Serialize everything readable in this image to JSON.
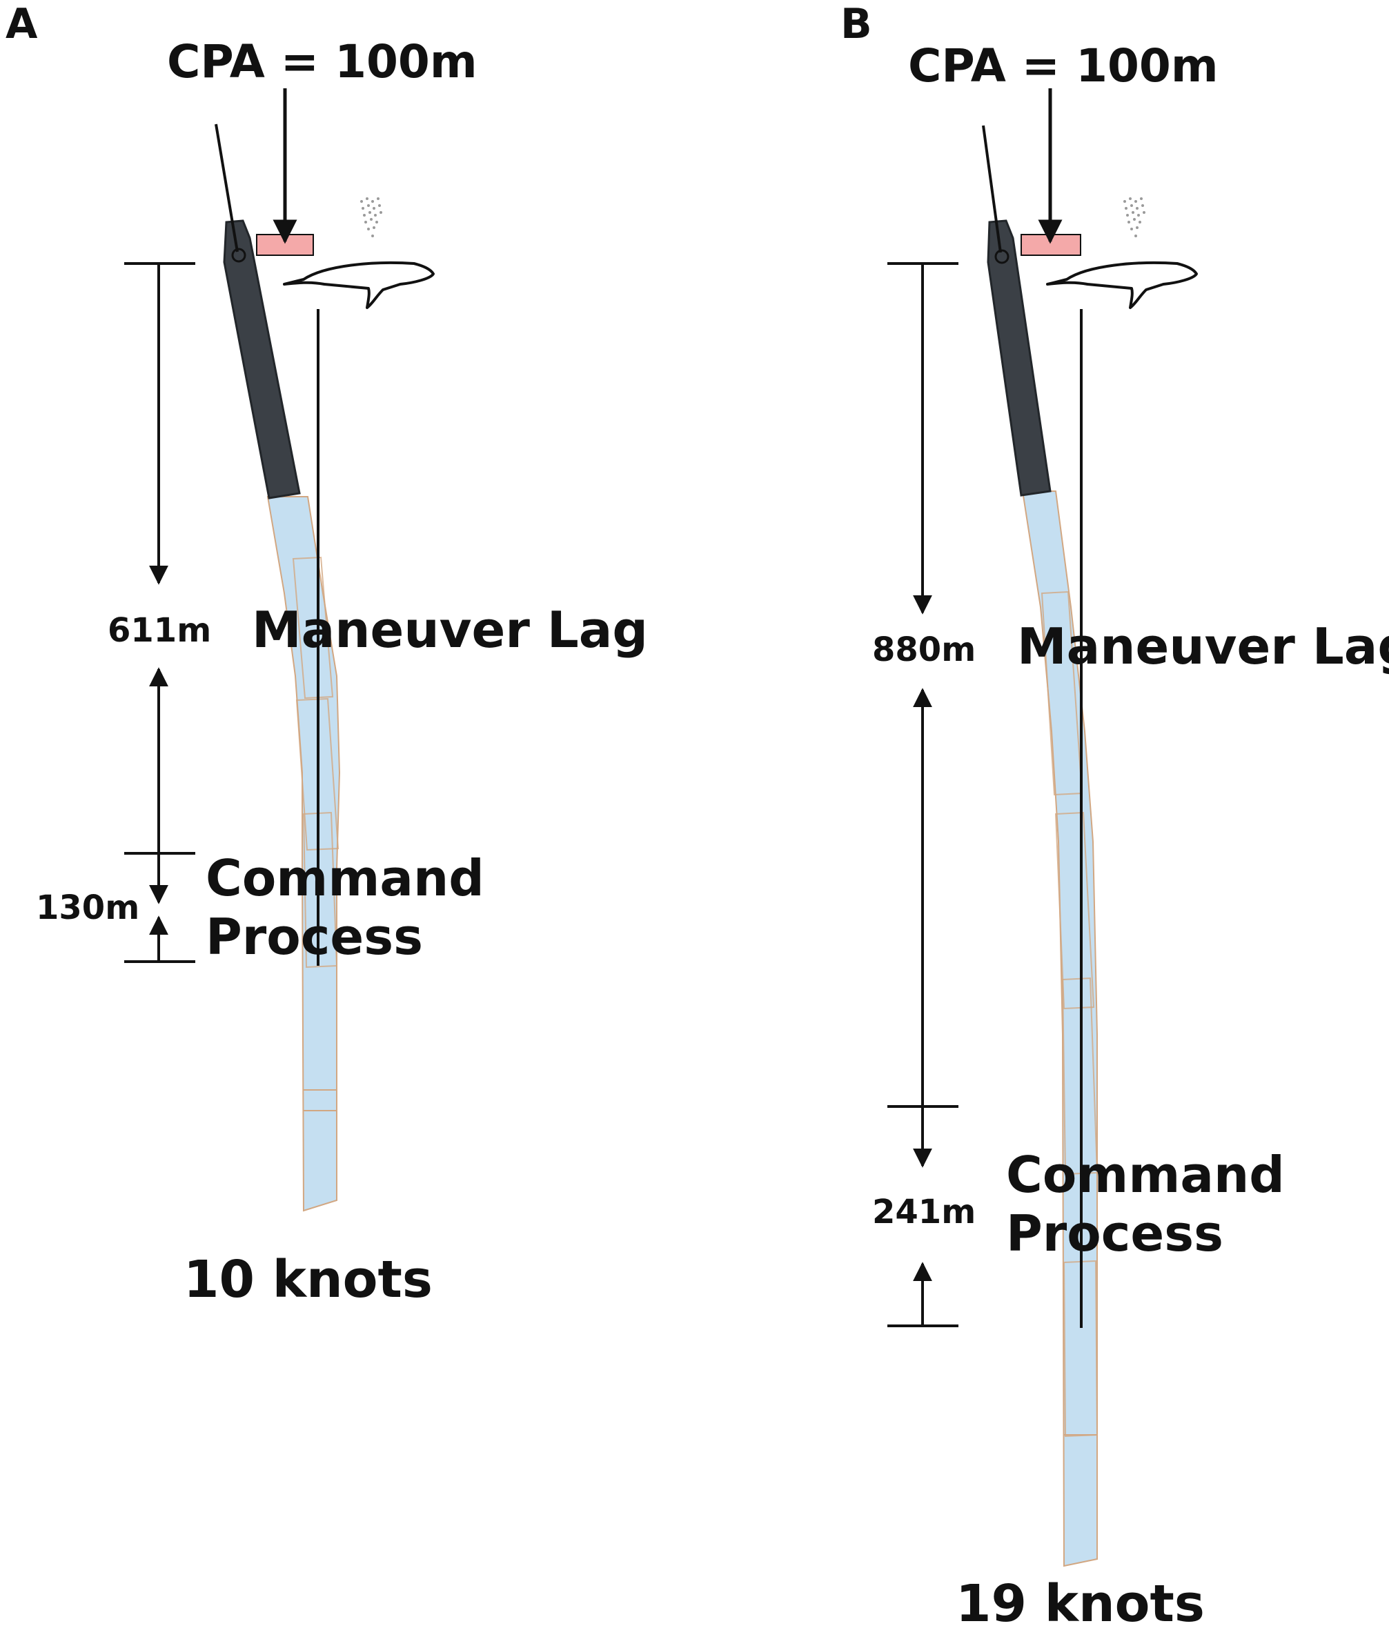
{
  "colors": {
    "ship_dark": "#3b4046",
    "ship_track": "#c5dff1",
    "outline": "#d2a782",
    "cpa_zone": "#f4a9a9",
    "line": "#111111"
  },
  "panels": [
    {
      "letter": "A",
      "cpa_label": "CPA = 100m",
      "maneuver_distance": "611m",
      "maneuver_label": "Maneuver Lag",
      "command_distance": "130m",
      "command_label_1": "Command",
      "command_label_2": "Process",
      "speed": "10 knots"
    },
    {
      "letter": "B",
      "cpa_label": "CPA = 100m",
      "maneuver_distance": "880m",
      "maneuver_label": "Maneuver Lag",
      "command_distance": "241m",
      "command_label_1": "Command",
      "command_label_2": "Process",
      "speed": "19 knots"
    }
  ]
}
